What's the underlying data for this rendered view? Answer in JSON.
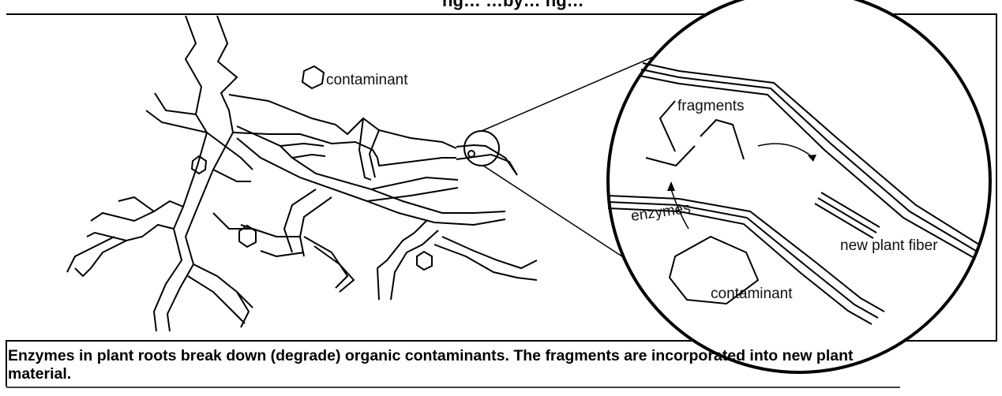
{
  "header_partial": "ng… …by… ng…",
  "labels": {
    "contaminant_left": "contaminant",
    "fragments": "fragments",
    "enzymes": "enzymes",
    "new_plant_fiber": "new plant fiber",
    "contaminant_zoom": "contaminant"
  },
  "caption": "Enzymes in plant roots break down (degrade) organic contaminants. The fragments are incorporated into new plant material."
}
